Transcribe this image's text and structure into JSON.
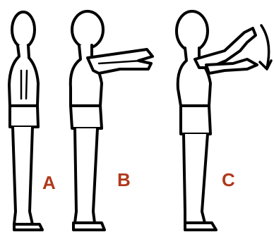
{
  "figures": [
    {
      "id": "A",
      "label": "A"
    },
    {
      "id": "B",
      "label": "B"
    },
    {
      "id": "C",
      "label": "C"
    }
  ],
  "colors": {
    "label": "#b0391c",
    "ink": "#000000",
    "background": "#ffffff"
  }
}
